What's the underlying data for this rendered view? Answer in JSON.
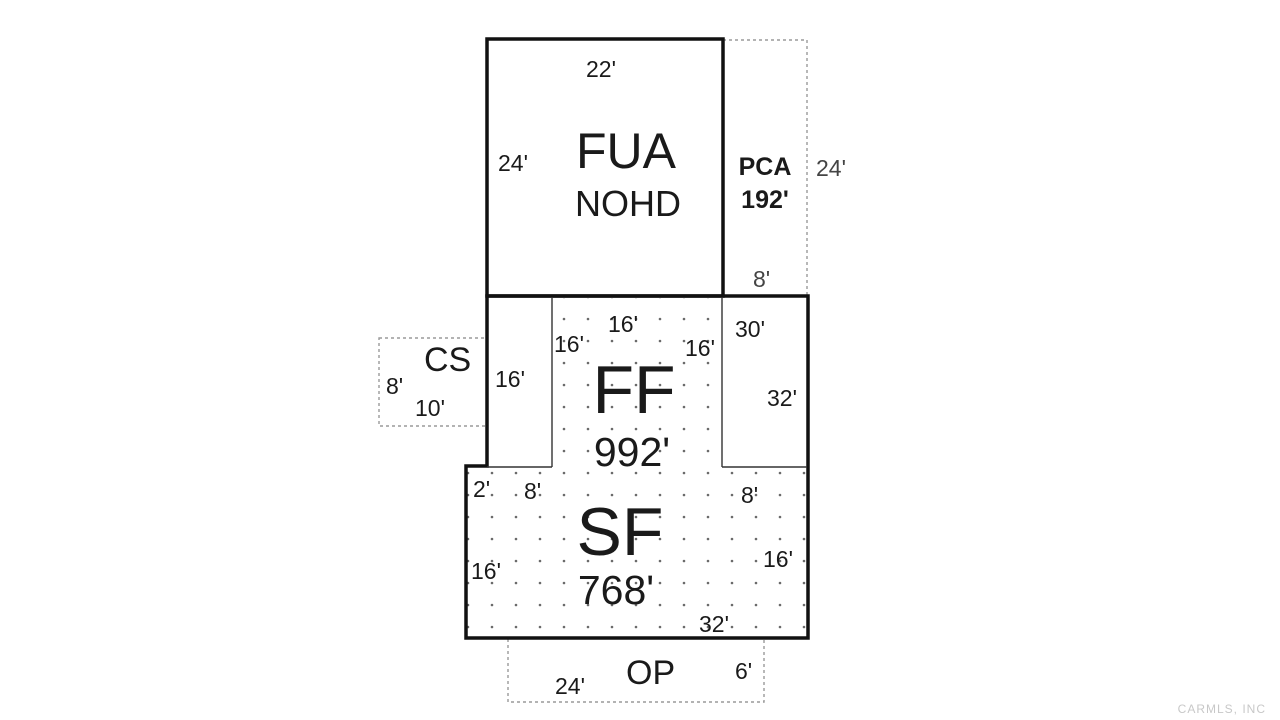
{
  "areas": {
    "fua": {
      "name": "FUA",
      "sub": "NOHD"
    },
    "pca": {
      "name": "PCA",
      "area": "192'"
    },
    "ff": {
      "name": "FF",
      "area": "992'"
    },
    "sf": {
      "name": "SF",
      "area": "768'"
    },
    "cs": {
      "name": "CS"
    },
    "op": {
      "name": "OP"
    }
  },
  "dimensions": {
    "fua_top": "22'",
    "fua_left": "24'",
    "pca_right": "24'",
    "pca_bottom": "8'",
    "ff_court_top": "16'",
    "ff_court_left": "16'",
    "ff_court_right": "16'",
    "ff_left_wing": "16'",
    "ff_right_top": "30'",
    "ff_right_side": "32'",
    "cs_side": "8'",
    "cs_bottom": "10'",
    "sf_notch": "2'",
    "sf_left_top": "8'",
    "sf_right_top": "8'",
    "sf_left": "16'",
    "sf_right": "16'",
    "sf_bottom": "32'",
    "op_bottom": "24'",
    "op_side": "6'"
  },
  "watermark": "CARMLS, INC"
}
